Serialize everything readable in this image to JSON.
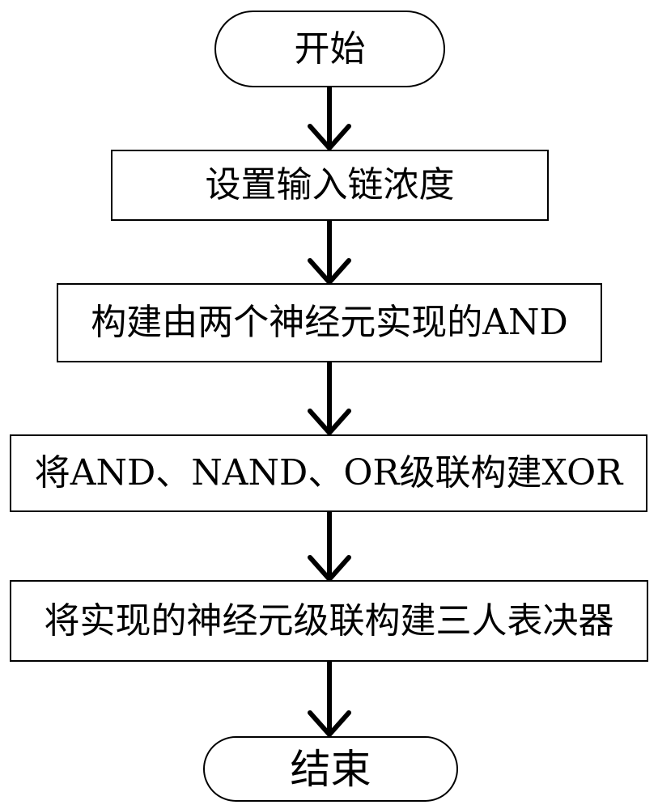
{
  "flowchart": {
    "start": "开始",
    "step1": "设置输入链浓度",
    "step2": "构建由两个神经元实现的AND",
    "step3": "将AND、NAND、OR级联构建XOR",
    "step4": "将实现的神经元级联构建三人表决器",
    "end": "结束"
  },
  "colors": {
    "line": "#000000",
    "background": "#ffffff"
  }
}
